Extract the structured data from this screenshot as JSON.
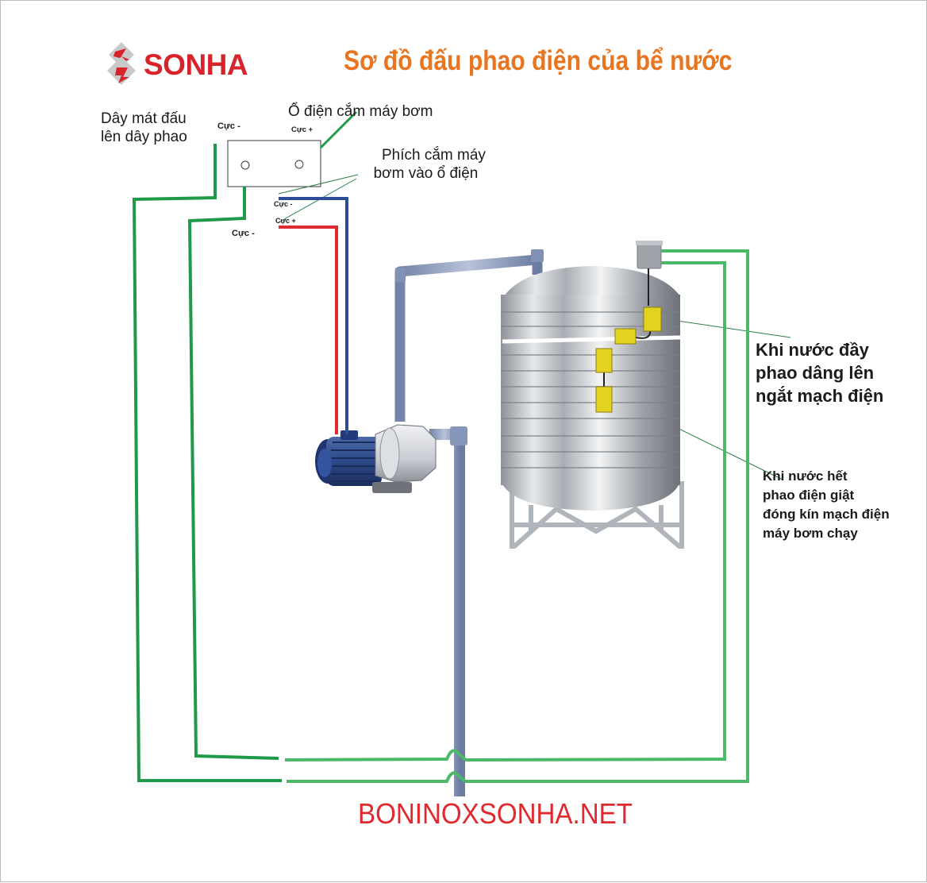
{
  "brand": {
    "name": "SONHA",
    "color": "#d9232a"
  },
  "title": "Sơ đồ đấu phao điện của bể nước",
  "title_color": "#e8751f",
  "labels": {
    "ground_wire": [
      "Dây mát đấu",
      "lên dây phao"
    ],
    "socket": "Ổ điện cắm máy bơm",
    "plug": [
      "Phích cắm máy",
      "bơm vào ổ điện"
    ],
    "socket_neg": "Cực -",
    "socket_pos": "Cực +",
    "plug_neg": "Cực -",
    "plug_pos": "Cực +",
    "wire_neg": "Cực -",
    "full_water": [
      "Khi nước đầy",
      "phao dâng lên",
      "ngắt mạch điện"
    ],
    "empty_water": [
      "Khi nước hết",
      "phao điện giật",
      "đóng kín mạch điện",
      "máy bơm chạy"
    ]
  },
  "website": "BONINOXSONHA.NET",
  "colors": {
    "wire_green": "#1f9a48",
    "wire_light_green": "#4cb968",
    "wire_blue": "#2e4b9a",
    "wire_red": "#e0292f",
    "pipe": "#8a9bbf",
    "float": "#e3d21f"
  },
  "icons": [
    "sonha-logo-icon",
    "pump-icon",
    "water-tank-icon",
    "float-switch-icon",
    "socket-icon"
  ]
}
